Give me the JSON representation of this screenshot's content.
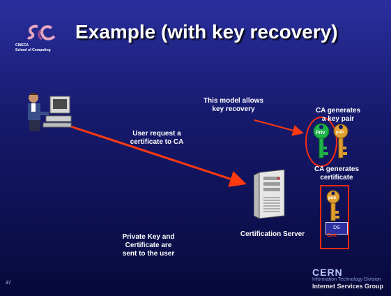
{
  "slide": {
    "title": "Example (with key recovery)",
    "number": "37"
  },
  "logo": {
    "line1": "CINECA",
    "line2": "School of Computing"
  },
  "captions": {
    "model": "This model allows\nkey recovery",
    "ca_keypair": "CA generates\na key pair",
    "user_request": "User request a\ncertificate to CA",
    "ca_cert": "CA generates\ncertificate",
    "server": "Certification Server",
    "private_key": "Private Key and\nCertificate are\nsent to the user"
  },
  "keys": {
    "priv": "Priv",
    "pub": "pub",
    "cert_pub": "pub"
  },
  "cert": {
    "ds": "DS",
    "label": "Cert"
  },
  "footer": {
    "cern": "CERN",
    "division": "Information Technology Division",
    "group": "Internet Services Group"
  },
  "colors": {
    "arrow": "#ff3a10",
    "priv_key": "#1fb24a",
    "pub_key": "#e0a030",
    "highlight": "#ff2a10"
  }
}
